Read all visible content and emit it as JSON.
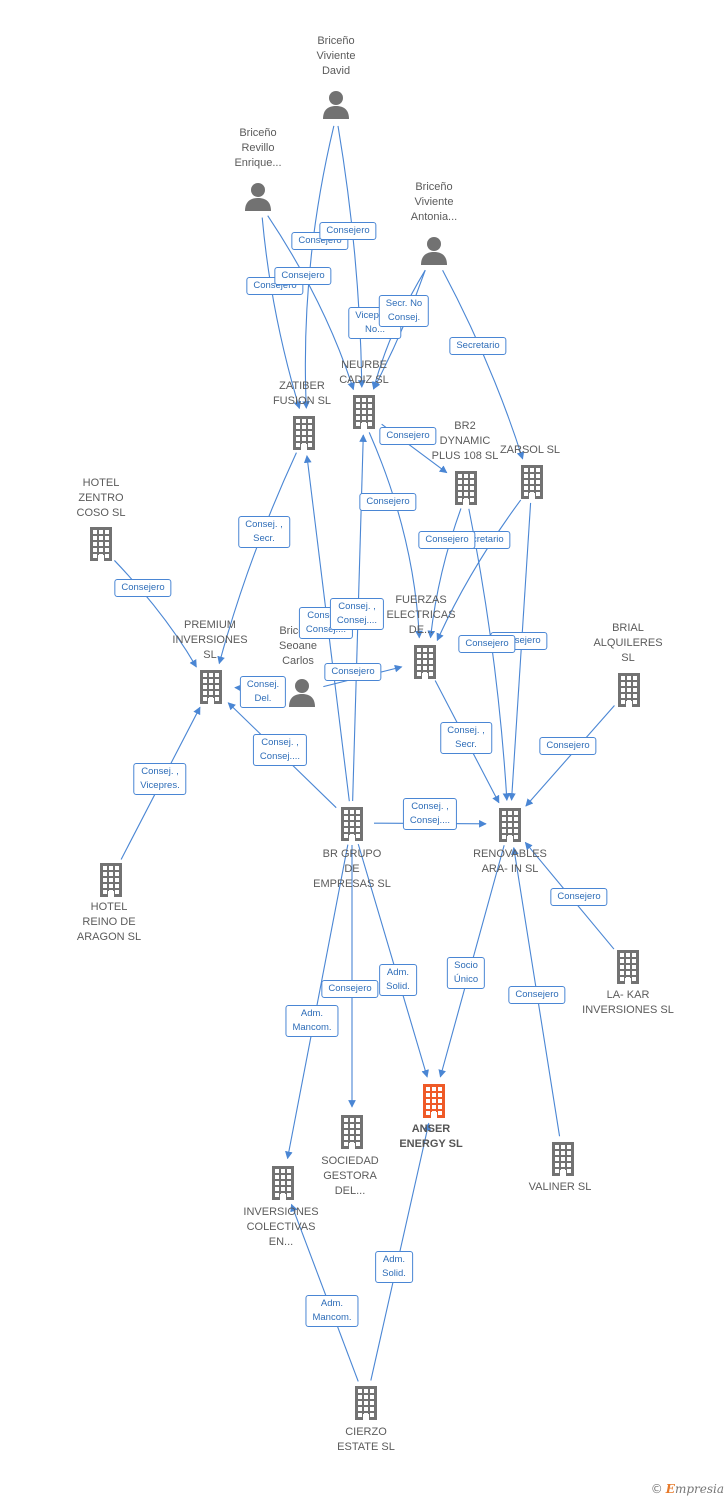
{
  "colors": {
    "company": "#727272",
    "company_focus": "#ef5a28",
    "person": "#727272",
    "edge": "#4a86d4",
    "edge_label_text": "#2e6db8",
    "node_text": "#5b5b5b"
  },
  "nodes": [
    {
      "id": "bvd",
      "type": "person",
      "lines": [
        "Briceño",
        "Viviente",
        "David"
      ]
    },
    {
      "id": "bre",
      "type": "person",
      "lines": [
        "Briceño",
        "Revillo",
        "Enrique..."
      ]
    },
    {
      "id": "bva",
      "type": "person",
      "lines": [
        "Briceño",
        "Viviente",
        "Antonia..."
      ]
    },
    {
      "id": "zatiber",
      "type": "company",
      "lines": [
        "ZATIBER",
        "FUSION SL"
      ]
    },
    {
      "id": "neurbe",
      "type": "company",
      "lines": [
        "NEURBE",
        "CADIZ SL"
      ]
    },
    {
      "id": "br2",
      "type": "company",
      "lines": [
        "BR2",
        "DYNAMIC",
        "PLUS 108 SL"
      ]
    },
    {
      "id": "zarsol",
      "type": "company",
      "lines": [
        "ZARSOL SL"
      ]
    },
    {
      "id": "zentro",
      "type": "company",
      "lines": [
        "HOTEL",
        "ZENTRO",
        "COSO SL"
      ]
    },
    {
      "id": "fuerzas",
      "type": "company",
      "lines": [
        "FUERZAS",
        "ELECTRICAS",
        "DE..."
      ]
    },
    {
      "id": "bsc",
      "type": "person",
      "lines": [
        "Briceño",
        "Seoane",
        "Carlos"
      ]
    },
    {
      "id": "premium",
      "type": "company",
      "lines": [
        "PREMIUM",
        "INVERSIONES",
        "SL"
      ]
    },
    {
      "id": "brial",
      "type": "company",
      "lines": [
        "BRIAL",
        "ALQUILERES",
        "SL"
      ]
    },
    {
      "id": "brgrupo",
      "type": "company",
      "lines": [
        "BR GRUPO",
        "DE",
        "EMPRESAS SL"
      ]
    },
    {
      "id": "renovables",
      "type": "company",
      "lines": [
        "RENOVABLES",
        "ARA- IN SL"
      ]
    },
    {
      "id": "reino",
      "type": "company",
      "lines": [
        "HOTEL",
        "REINO DE",
        "ARAGON SL"
      ]
    },
    {
      "id": "lakar",
      "type": "company",
      "lines": [
        "LA- KAR",
        "INVERSIONES SL"
      ]
    },
    {
      "id": "anser",
      "type": "company_focus",
      "lines": [
        "ANSER",
        "ENERGY SL"
      ]
    },
    {
      "id": "sociedad",
      "type": "company",
      "lines": [
        "SOCIEDAD",
        "GESTORA",
        "DEL..."
      ]
    },
    {
      "id": "valiner",
      "type": "company",
      "lines": [
        "VALINER SL"
      ]
    },
    {
      "id": "colectivas",
      "type": "company",
      "lines": [
        "INVERSIONES",
        "COLECTIVAS",
        "EN..."
      ]
    },
    {
      "id": "cierzo",
      "type": "company",
      "lines": [
        "CIERZO",
        "ESTATE SL"
      ]
    }
  ],
  "edges": [
    {
      "from": "bvd",
      "to": "zatiber",
      "lines": [
        "Consejero"
      ]
    },
    {
      "from": "bvd",
      "to": "neurbe",
      "lines": [
        "Consejero"
      ]
    },
    {
      "from": "bre",
      "to": "zatiber",
      "lines": [
        "Consejero"
      ]
    },
    {
      "from": "bre",
      "to": "neurbe",
      "lines": [
        "Consejero"
      ]
    },
    {
      "from": "bva",
      "to": "neurbe",
      "lines": [
        "Vicepres.",
        "No..."
      ]
    },
    {
      "from": "bva",
      "to": "neurbe",
      "lines": [
        "Secr. No",
        "Consej."
      ]
    },
    {
      "from": "bva",
      "to": "zarsol",
      "lines": [
        "Secretario"
      ]
    },
    {
      "from": "neurbe",
      "to": "br2",
      "lines": [
        "Consejero"
      ]
    },
    {
      "from": "neurbe",
      "to": "fuerzas",
      "lines": [
        "Consejero"
      ]
    },
    {
      "from": "zarsol",
      "to": "fuerzas",
      "lines": [
        "Secretario"
      ]
    },
    {
      "from": "br2",
      "to": "fuerzas",
      "lines": [
        "Consejero"
      ]
    },
    {
      "from": "zarsol",
      "to": "renovables",
      "lines": [
        "Consejero"
      ]
    },
    {
      "from": "br2",
      "to": "renovables",
      "lines": [
        "Consejero"
      ]
    },
    {
      "from": "zatiber",
      "to": "premium",
      "lines": [
        "Consej. ,",
        "Secr."
      ]
    },
    {
      "from": "zentro",
      "to": "premium",
      "lines": [
        "Consejero"
      ]
    },
    {
      "from": "brgrupo",
      "to": "zatiber",
      "lines": [
        "Consej. ,",
        "Consej...."
      ]
    },
    {
      "from": "brgrupo",
      "to": "neurbe",
      "lines": [
        "Consej. ,",
        "Consej...."
      ]
    },
    {
      "from": "bsc",
      "to": "premium",
      "lines": [
        "Consej.",
        "Del."
      ]
    },
    {
      "from": "bsc",
      "to": "fuerzas",
      "lines": [
        "Consejero"
      ]
    },
    {
      "from": "brgrupo",
      "to": "premium",
      "lines": [
        "Consej. ,",
        "Consej...."
      ]
    },
    {
      "from": "reino",
      "to": "premium",
      "lines": [
        "Consej. ,",
        "Vicepres."
      ]
    },
    {
      "from": "fuerzas",
      "to": "renovables",
      "lines": [
        "Consej. ,",
        "Secr."
      ]
    },
    {
      "from": "brial",
      "to": "renovables",
      "lines": [
        "Consejero"
      ]
    },
    {
      "from": "brgrupo",
      "to": "renovables",
      "lines": [
        "Consej. ,",
        "Consej...."
      ]
    },
    {
      "from": "lakar",
      "to": "renovables",
      "lines": [
        "Consejero"
      ]
    },
    {
      "from": "renovables",
      "to": "anser",
      "lines": [
        "Socio",
        "Único"
      ]
    },
    {
      "from": "valiner",
      "to": "renovables",
      "lines": [
        "Consejero"
      ]
    },
    {
      "from": "brgrupo",
      "to": "anser",
      "lines": [
        "Adm.",
        "Solid."
      ]
    },
    {
      "from": "brgrupo",
      "to": "sociedad",
      "lines": [
        "Consejero"
      ]
    },
    {
      "from": "brgrupo",
      "to": "colectivas",
      "lines": [
        "Adm.",
        "Mancom."
      ]
    },
    {
      "from": "cierzo",
      "to": "anser",
      "lines": [
        "Adm.",
        "Solid."
      ]
    },
    {
      "from": "cierzo",
      "to": "colectivas",
      "lines": [
        "Adm.",
        "Mancom."
      ]
    }
  ],
  "brand": {
    "copyright": "©",
    "name_first": "E",
    "name_rest": "mpresia"
  }
}
